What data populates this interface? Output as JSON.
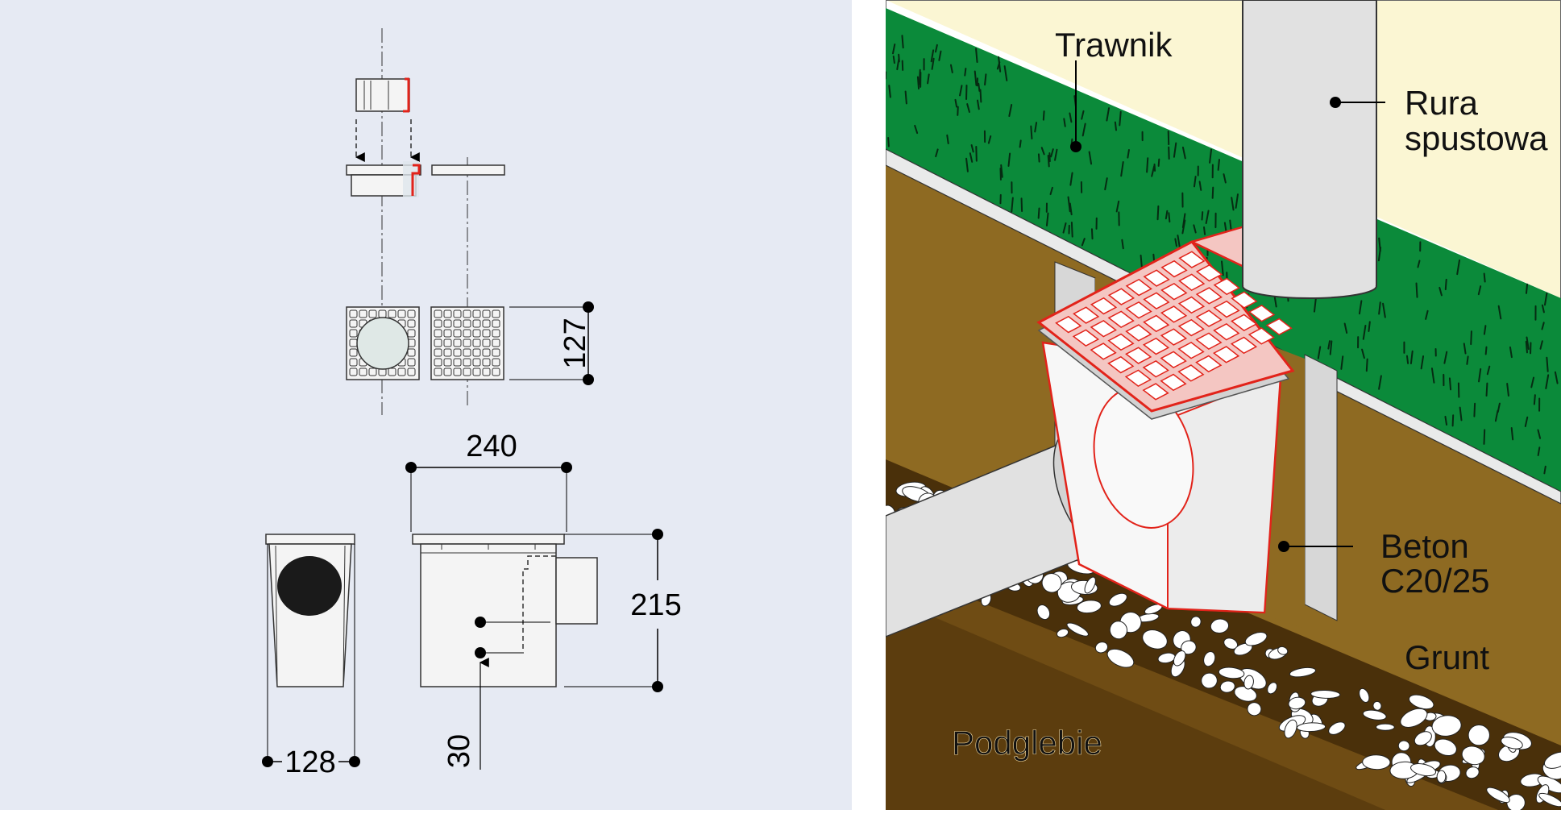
{
  "technical_drawing": {
    "dim_top_view": "127",
    "dim_width": "240",
    "dim_height": "215",
    "dim_depth": "128",
    "dim_outlet": "30"
  },
  "illustration": {
    "label_lawn": "Trawnik",
    "label_pipe_line1": "Rura",
    "label_pipe_line2": "spustowa",
    "label_concrete_line1": "Beton",
    "label_concrete_line2": "C20/25",
    "label_soil": "Grunt",
    "label_subsoil": "Podglebie"
  },
  "colors": {
    "drawing_background": "#e6eaf3",
    "grate_red": "#e2231a",
    "lawn_green": "#0b8a3a",
    "soil_brown": "#8e6a22",
    "subsoil_brown": "#5c3d0e",
    "wall_cream": "#fbf6d3"
  }
}
